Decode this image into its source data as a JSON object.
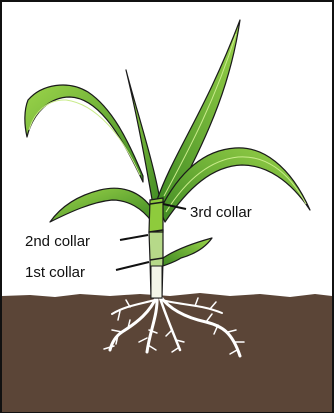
{
  "labels": {
    "third_collar": "3rd collar",
    "second_collar": "2nd collar",
    "first_collar": "1st collar"
  },
  "colors": {
    "soil": "#5b4537",
    "leaf_light": "#8ecb3c",
    "leaf_mid": "#5fae2c",
    "leaf_dark": "#3f8a23",
    "stem": "#b6d989",
    "stem_base": "#f3f5e8",
    "roots": "#ffffff",
    "outline": "#1a1a1a",
    "frame": "#111111"
  }
}
